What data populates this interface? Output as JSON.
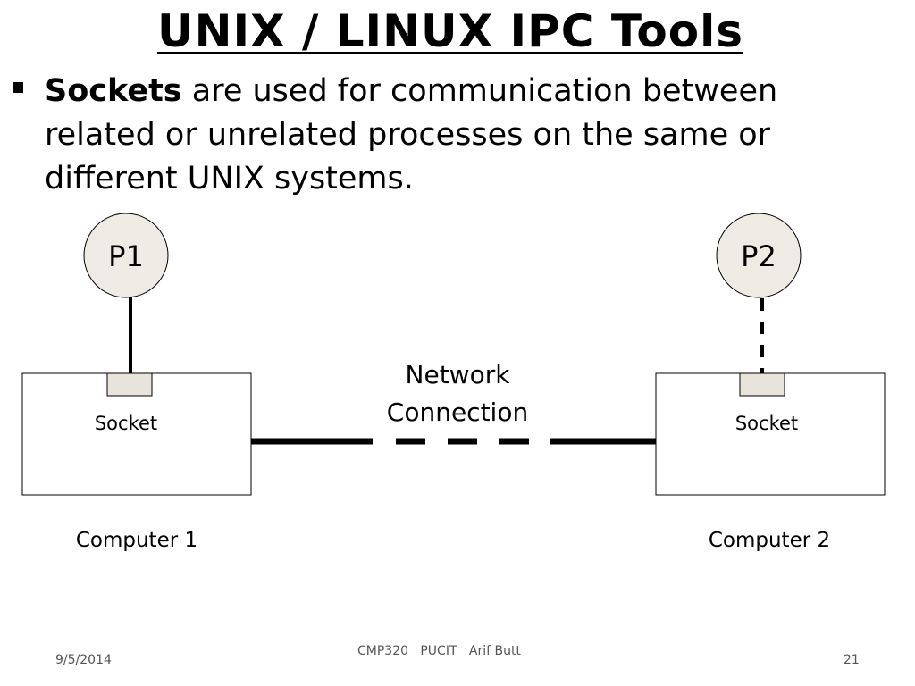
{
  "slide": {
    "title": "UNIX / LINUX IPC Tools",
    "bullet": {
      "bold_term": "Sockets",
      "text": " are used for communication between related or unrelated processes on the same or different UNIX systems."
    }
  },
  "diagram": {
    "process_left": "P1",
    "process_right": "P2",
    "socket_left": "Socket",
    "socket_right": "Socket",
    "network_line1": "Network",
    "network_line2": "Connection",
    "computer_left": "Computer 1",
    "computer_right": "Computer 2"
  },
  "footer": {
    "date": "9/5/2014",
    "center": "CMP320   PUCIT   Arif Butt",
    "page": "21"
  },
  "colors": {
    "process_fill": "#eeebe4",
    "socket_fill": "#e8e4db",
    "line": "#000000"
  }
}
